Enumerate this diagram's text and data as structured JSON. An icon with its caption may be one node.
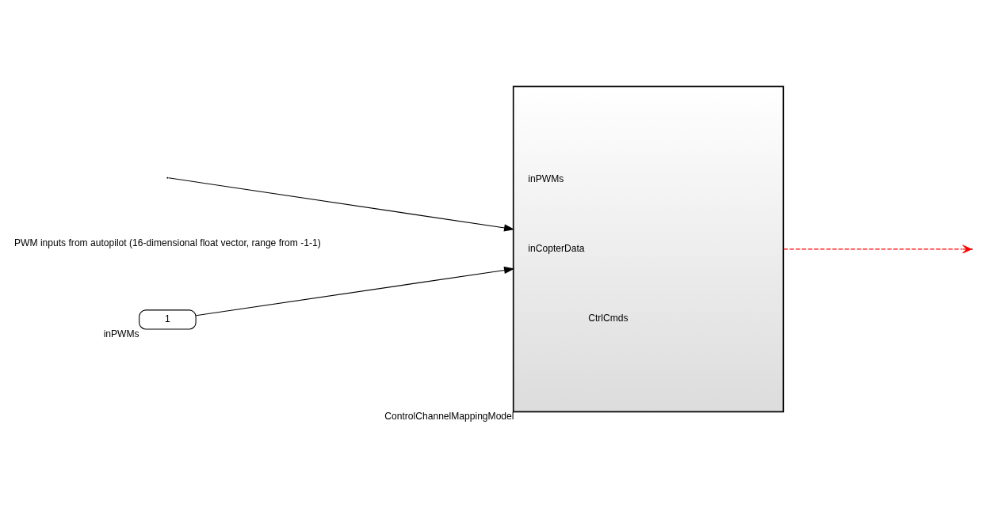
{
  "diagram": {
    "nodes": [
      {
        "text": [
          "1"
        ],
        "beside": [
          "inPWMs"
        ]
      },
      {
        "text": [
          "inPWMs",
          "inCopterData",
          "CtrlCmds"
        ],
        "beside": [
          "ControlChannelMappingModel"
        ]
      }
    ],
    "edges": [
      {
        "from": 0,
        "to": 1,
        "arrow": "to"
      },
      {
        "from": null,
        "to": 1,
        "arrow": "to"
      },
      {
        "from": 1,
        "to": null,
        "arrow": "to",
        "style": "dashed",
        "color": "#ff0000"
      }
    ],
    "labels": [
      "PWM inputs from autopilot (16-dimensional float vector, range from -1-1)"
    ]
  }
}
